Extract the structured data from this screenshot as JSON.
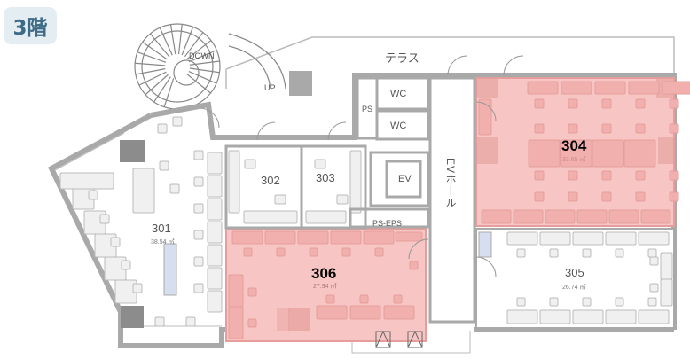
{
  "floor": "3階",
  "labels": {
    "terrace": "テラス",
    "ps": "PS",
    "wc1": "WC",
    "wc2": "WC",
    "ev": "EV",
    "ev_hall": "EVホール",
    "ps_eps": "PS-EPS",
    "down": "DOWN",
    "up": "UP"
  },
  "rooms": [
    {
      "id": "301",
      "area": "38.54 ㎡",
      "highlighted": false
    },
    {
      "id": "302",
      "area": "",
      "highlighted": false
    },
    {
      "id": "303",
      "area": "",
      "highlighted": false
    },
    {
      "id": "304",
      "area": "33.65 ㎡",
      "highlighted": true
    },
    {
      "id": "305",
      "area": "26.74 ㎡",
      "highlighted": false
    },
    {
      "id": "306",
      "area": "27.94 ㎡",
      "highlighted": true
    }
  ],
  "colors": {
    "highlight": "#f7c5c3",
    "highlight_dark": "#e59e9b",
    "wall": "#a9a9a9",
    "badge_bg": "#e3edf2",
    "badge_text": "#3e6c86"
  }
}
